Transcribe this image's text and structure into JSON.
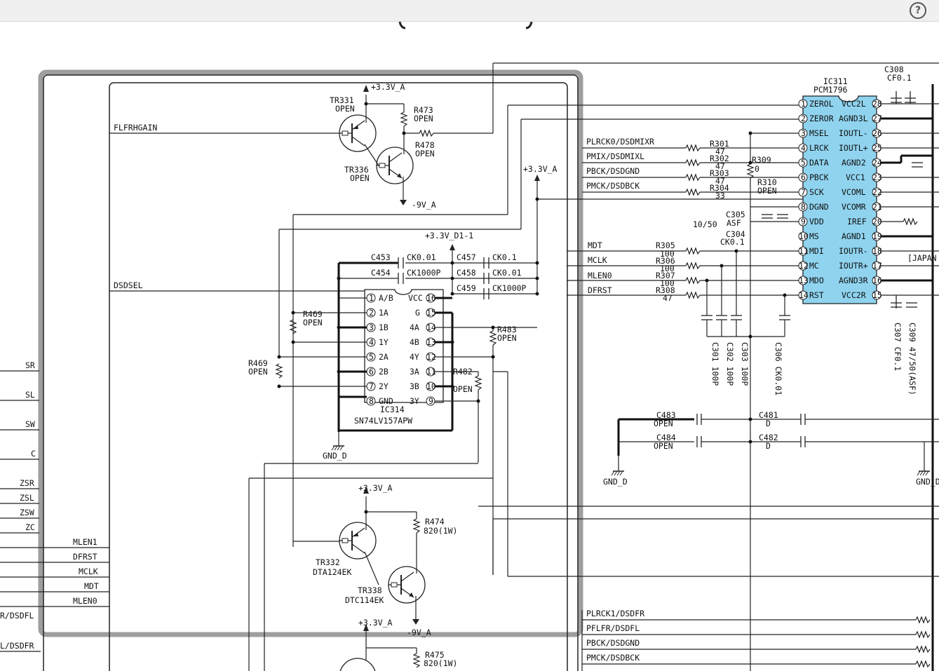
{
  "toolbar": {
    "help_label": "?"
  },
  "schematic": {
    "nets": {
      "flfrhgain": "FLFRHGAIN",
      "dsdsel": "DSDSEL",
      "sr": "SR",
      "sl": "SL",
      "sw": "SW",
      "c": "C",
      "zsr": "ZSR",
      "zsl": "ZSL",
      "zsw": "ZSW",
      "zc": "ZC",
      "mlen1": "MLEN1",
      "dfrst_left": "DFRST",
      "mclk_left": "MCLK",
      "mdt_left": "MDT",
      "mlen0": "MLEN0",
      "lfrdsdfl": "R/DSDFL",
      "lfrdsdfr": "L/DSDFR",
      "plrck0": "PLRCK0/DSDMIXR",
      "pmix": "PMIX/DSDMIXL",
      "pbck": "PBCK/DSDGND",
      "pmck": "PMCK/DSDBCK",
      "mdt": "MDT",
      "mclk": "MCLK",
      "mlen0_r": "MLEN0",
      "dfrst": "DFRST",
      "plrck1": "PLRCK1/DSDFR",
      "pflfr": "PFLFR/DSDFL",
      "pbck2": "PBCK/DSDGND",
      "pmck2": "PMCK/DSDBCK",
      "japan": "[JAPAN"
    },
    "power": {
      "v33a_1": "+3.3V_A",
      "v33a_2": "+3.3V_A",
      "v33a_3": "+3.3V_A",
      "v33a_4": "+3.3V_A",
      "v33d1": "+3.3V_D1-1",
      "m9va_1": "-9V_A",
      "m9va_2": "-9V_A",
      "gndd_1": "GND_D",
      "gndd_2": "GND_D",
      "gndd_3": "GND_D"
    },
    "transistors": [
      {
        "ref": "TR331",
        "value": "OPEN"
      },
      {
        "ref": "TR336",
        "value": "OPEN"
      },
      {
        "ref": "TR332",
        "value": "DTA124EK"
      },
      {
        "ref": "TR338",
        "value": "DTC114EK"
      }
    ],
    "resistors": {
      "r473": "R473",
      "r473v": "OPEN",
      "r478": "R478",
      "r478v": "OPEN",
      "r469a": "R469",
      "r469av": "OPEN",
      "r469b": "R469",
      "r469bv": "OPEN",
      "r483": "R483",
      "r483v": "OPEN",
      "r482": "R482",
      "r482v": "OPEN",
      "r474": "R474",
      "r474v": "820(1W)",
      "r475": "R475",
      "r475v": "820(1W)",
      "r301": "R301",
      "r301v": "47",
      "r302": "R302",
      "r302v": "47",
      "r303": "R303",
      "r303v": "47",
      "r304": "R304",
      "r304v": "33",
      "r309": "R309",
      "r309v": "0",
      "r310": "R310",
      "r310v": "OPEN",
      "r305": "R305",
      "r305v": "100",
      "r306": "R306",
      "r306v": "100",
      "r307": "R307",
      "r307v": "100",
      "r308": "R308",
      "r308v": "47"
    },
    "capacitors": {
      "c453": "C453",
      "c453v": "CK0.01",
      "c454": "C454",
      "c454v": "CK1000P",
      "c457": "C457",
      "c457v": "CK0.1",
      "c458": "C458",
      "c458v": "CK0.01",
      "c459": "C459",
      "c459v": "CK1000P",
      "c305": "C305",
      "c305v": "ASF",
      "c305v2": "10/50",
      "c304": "C304",
      "c304v": "CK0.1",
      "c308": "C308",
      "c308v": "CF0.1",
      "c301": "C301 100P",
      "c302": "C302 100P",
      "c303": "C303 100P",
      "c306": "C306 CK0.01",
      "c307": "C307 CF0.1",
      "c309": "C309 47/50(ASF)",
      "c483": "C483",
      "c483v": "OPEN",
      "c484": "C484",
      "c484v": "OPEN",
      "c481": "C481",
      "c481v": "D",
      "c482": "C482",
      "c482v": "D"
    },
    "ic314": {
      "ref": "IC314",
      "part": "SN74LV157APW",
      "pins_left": [
        {
          "num": "1",
          "name": "A/B"
        },
        {
          "num": "2",
          "name": "1A"
        },
        {
          "num": "3",
          "name": "1B"
        },
        {
          "num": "4",
          "name": "1Y"
        },
        {
          "num": "5",
          "name": "2A"
        },
        {
          "num": "6",
          "name": "2B"
        },
        {
          "num": "7",
          "name": "2Y"
        },
        {
          "num": "8",
          "name": "GND"
        }
      ],
      "pins_right": [
        {
          "num": "16",
          "name": "VCC"
        },
        {
          "num": "15",
          "name": "G"
        },
        {
          "num": "14",
          "name": "4A"
        },
        {
          "num": "13",
          "name": "4B"
        },
        {
          "num": "12",
          "name": "4Y"
        },
        {
          "num": "11",
          "name": "3A"
        },
        {
          "num": "10",
          "name": "3B"
        },
        {
          "num": "9",
          "name": "3Y"
        }
      ]
    },
    "ic311": {
      "ref": "IC311",
      "part": "PCM1796",
      "pins_left": [
        {
          "num": "1",
          "name": "ZEROL"
        },
        {
          "num": "2",
          "name": "ZEROR"
        },
        {
          "num": "3",
          "name": "MSEL"
        },
        {
          "num": "4",
          "name": "LRCK"
        },
        {
          "num": "5",
          "name": "DATA"
        },
        {
          "num": "6",
          "name": "PBCK"
        },
        {
          "num": "7",
          "name": "SCK"
        },
        {
          "num": "8",
          "name": "DGND"
        },
        {
          "num": "9",
          "name": "VDD"
        },
        {
          "num": "10",
          "name": "MS"
        },
        {
          "num": "11",
          "name": "MDI"
        },
        {
          "num": "12",
          "name": "MC"
        },
        {
          "num": "13",
          "name": "MDO"
        },
        {
          "num": "14",
          "name": "RST"
        }
      ],
      "pins_right": [
        {
          "num": "28",
          "name": "VCC2L"
        },
        {
          "num": "27",
          "name": "AGND3L"
        },
        {
          "num": "26",
          "name": "IOUTL-"
        },
        {
          "num": "25",
          "name": "IOUTL+"
        },
        {
          "num": "24",
          "name": "AGND2"
        },
        {
          "num": "23",
          "name": "VCC1"
        },
        {
          "num": "22",
          "name": "VCOML"
        },
        {
          "num": "21",
          "name": "VCOMR"
        },
        {
          "num": "20",
          "name": "IREF"
        },
        {
          "num": "19",
          "name": "AGND1"
        },
        {
          "num": "18",
          "name": "IOUTR-"
        },
        {
          "num": "17",
          "name": "IOUTR+"
        },
        {
          "num": "16",
          "name": "AGND3R"
        },
        {
          "num": "15",
          "name": "VCC2R"
        }
      ]
    }
  }
}
